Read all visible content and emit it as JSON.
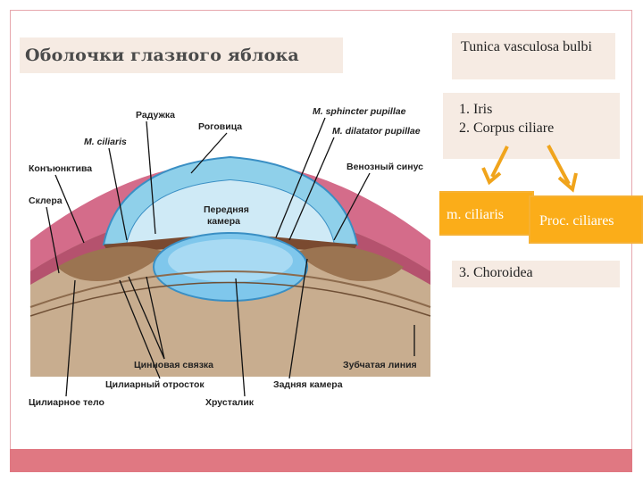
{
  "title": "Оболочки глазного яблока",
  "tunica": "Tunica vasculosa bulbi",
  "list": [
    "Iris",
    "Corpus ciliare"
  ],
  "m_ciliaris_box": "m. ciliaris",
  "proc_box": "Proc. ciliares",
  "choroidea": "3. Choroidea",
  "labels": {
    "raduzhka": "Радужка",
    "rogovitsa": "Роговица",
    "sphincter": "M. sphincter pupillae",
    "dilatator": "M. dilatator pupillae",
    "m_ciliaris": "M. ciliaris",
    "konyunktiva": "Конъюнктива",
    "venozny": "Венозный синус",
    "sklera": "Склера",
    "perednyaya1": "Передняя",
    "perednyaya2": "камера",
    "tsinnova": "Цинновая связка",
    "zubchataya": "Зубчатая линия",
    "otrostok": "Цилиарный отросток",
    "zadnyaya": "Задняя камера",
    "telo": "Цилиарное тело",
    "khrustalik": "Хрусталик"
  },
  "colors": {
    "accent_bar": "#e07882",
    "box_bg": "#f6ebe3",
    "orange": "#fbad19",
    "arrow": "#f0a41c"
  }
}
